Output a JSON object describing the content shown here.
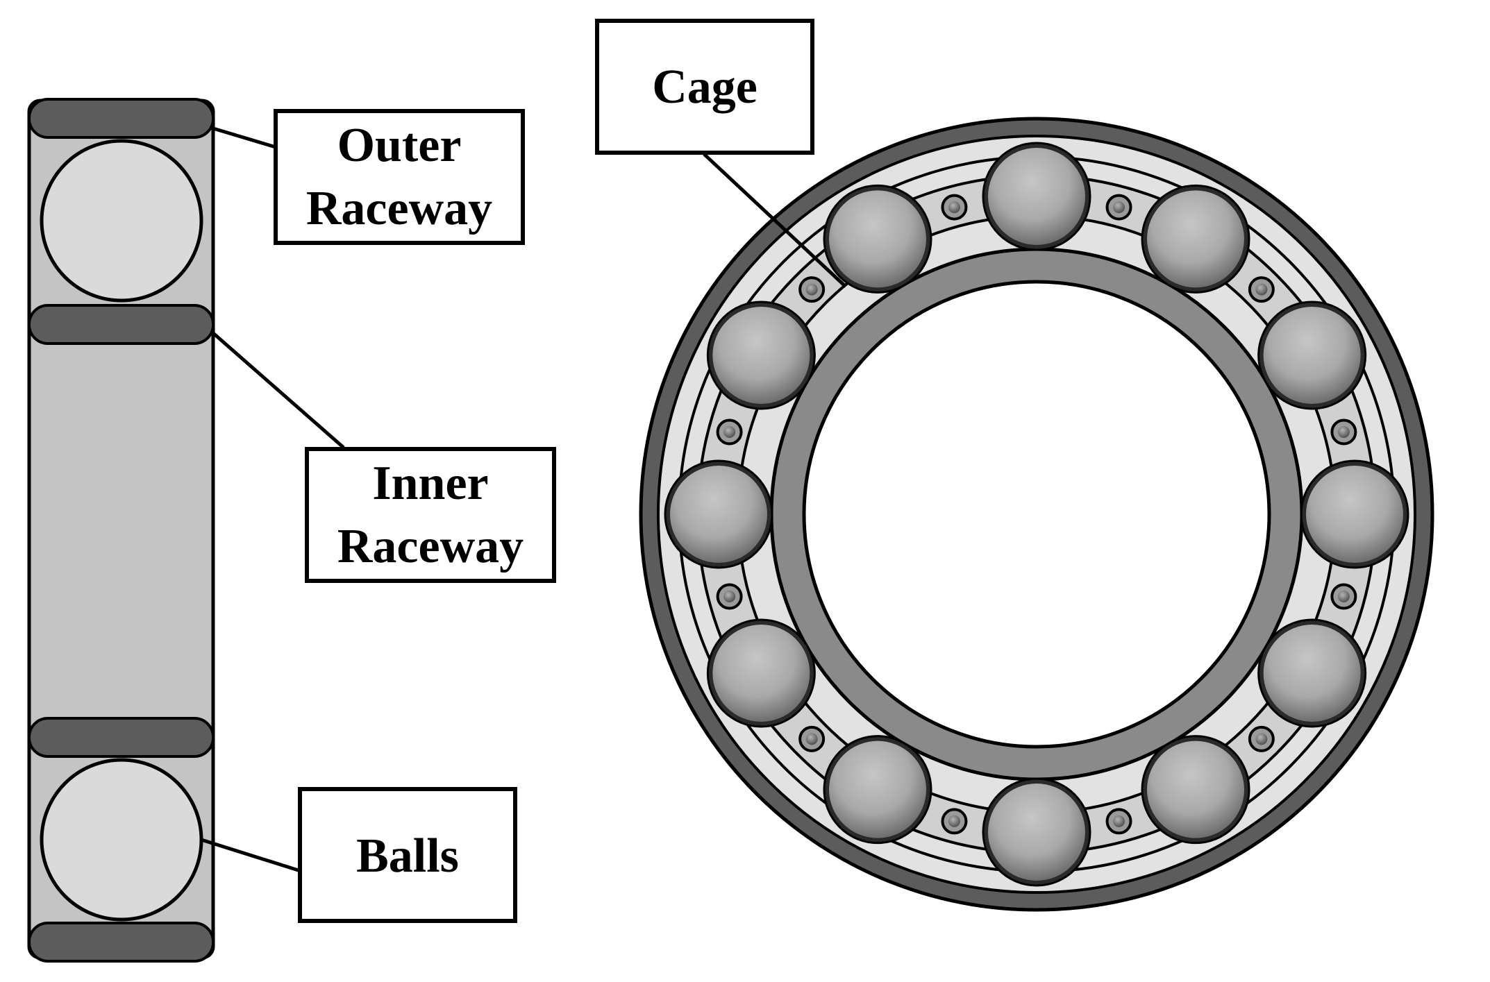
{
  "labels": {
    "outer_raceway": [
      "Outer",
      "Raceway"
    ],
    "inner_raceway": [
      "Inner",
      "Raceway"
    ],
    "balls": "Balls",
    "cage": "Cage"
  },
  "bearing": {
    "ball_count": 12,
    "cage_pin_count": 12
  },
  "colors": {
    "outline": "#000000",
    "ring_dark": "#5c5c5c",
    "ring_medium": "#888888",
    "ring_light": "#dedede",
    "side_body": "#c4c4c4",
    "side_ball": "#dadada",
    "ball_fill": "#a8a8a8",
    "background": "#ffffff"
  }
}
